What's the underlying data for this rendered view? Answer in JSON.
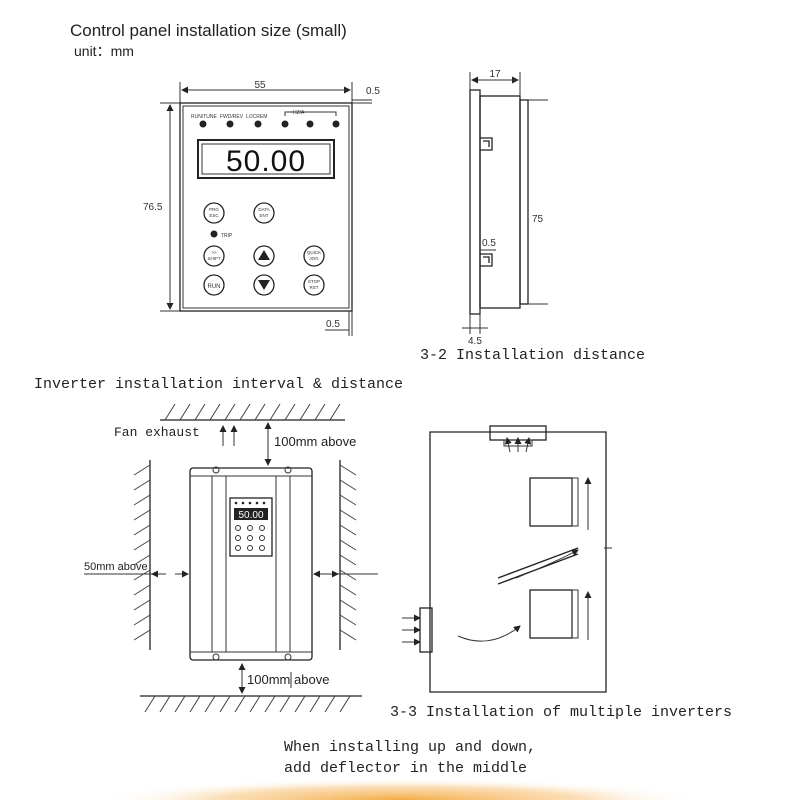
{
  "header": {
    "title": "Control panel installation size (small)",
    "unit": "unit：mm"
  },
  "panel": {
    "display": "50.00",
    "indicators": [
      "RUN/TUNE",
      "FWD/REV",
      "LOCREM"
    ],
    "indicator_group": "HZ/A",
    "status_label": "TRIP",
    "buttons": {
      "prg": "PRG\nESC",
      "data": "DATA\nENT",
      "shift": ">>\nSHIFT",
      "quick": "QUICK\nJOG",
      "run": "RUN",
      "stop": "STOP\nRST"
    },
    "dims": {
      "width": "55",
      "height": "76.5",
      "gap_top": "0.5",
      "gap_bottom": "0.5"
    }
  },
  "side_view": {
    "dims": {
      "depth": "17",
      "height": "75",
      "tab": "0.5",
      "base": "4.5"
    },
    "caption": "3-2 Installation distance"
  },
  "interval": {
    "title": "Inverter installation interval & distance",
    "fan_exhaust": "Fan exhaust",
    "top_clearance": "100mm above",
    "side_clearance": "50mm above",
    "bottom_clearance_prefix": "100mm",
    "bottom_clearance_suffix": "above",
    "inverter_display": "50.00"
  },
  "multiple": {
    "caption": "3-3 Installation of multiple inverters",
    "note_line1": "When installing up and down,",
    "note_line2": "add deflector in the middle"
  },
  "colors": {
    "ink": "#222222",
    "glow": "#f3a738"
  }
}
